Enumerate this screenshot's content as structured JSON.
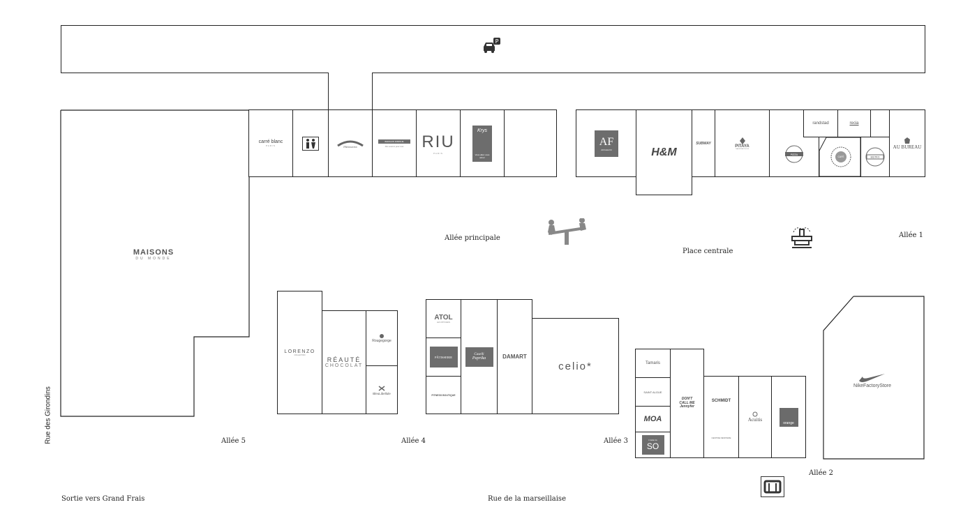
{
  "parking": {
    "icon": "car-parking-icon"
  },
  "stores_top": [
    {
      "key": "carreblanc",
      "label": "carré blanc",
      "sub": "PARIS"
    },
    {
      "key": "wc",
      "label": "WC"
    },
    {
      "key": "patisserie",
      "label": "Pâtisserie"
    },
    {
      "key": "bargain",
      "label": "BARGAIN DIMINUE",
      "sub": "Des saveurs pour tous"
    },
    {
      "key": "riu",
      "label": "RIU",
      "sub": "PARIS"
    },
    {
      "key": "krys",
      "label": "Krys",
      "sub": "Vous allez vous aimer"
    },
    {
      "key": "empty1",
      "label": ""
    },
    {
      "key": "afflelou",
      "label": "AF",
      "sub": "AFFLELOU"
    },
    {
      "key": "hm",
      "label": "H&M"
    },
    {
      "key": "subway",
      "label": "SUBWAY"
    },
    {
      "key": "pitaya",
      "label": "PITAYA",
      "sub": "THAI STREET FOOD"
    },
    {
      "key": "restaurant1",
      "label": "PIZZA"
    },
    {
      "key": "randstad",
      "label": "randstad"
    },
    {
      "key": "recia",
      "label": "recia"
    },
    {
      "key": "restaurant2",
      "label": "CAFÉ"
    },
    {
      "key": "restaurant3",
      "label": "BISTRO"
    },
    {
      "key": "aubureau",
      "label": "AU BUREAU"
    }
  ],
  "stores_main": {
    "maisons": {
      "label": "MAISONS",
      "sub": "DU MONDE"
    },
    "lorenzo": {
      "label": "LORENZO",
      "sub": "COLLECTION"
    },
    "reaute": {
      "label": "RÉAUTÉ",
      "sub": "CHOCOLAT"
    },
    "rougegorge": {
      "label": "Rougegorge"
    },
    "bleulibellule": {
      "label": "BleuLibellule"
    },
    "atol": {
      "label": "ATOL",
      "sub": "LES OPTICIENS"
    },
    "patisserie2": {
      "label": "PÂTISSERIE"
    },
    "fitness": {
      "label": "FITNESS BOUTIQUE"
    },
    "caselli": {
      "label": "Caselli"
    },
    "paprika": {
      "label": "Paprika"
    },
    "damart": {
      "label": "DAMART"
    },
    "celio": {
      "label": "celio*"
    },
    "tamaris": {
      "label": "Tamaris"
    },
    "saintalgue": {
      "label": "SAINT ALGUE"
    },
    "moa": {
      "label": "MOA"
    },
    "so": {
      "label": "SO"
    },
    "so_sub": {
      "label": "L'Atelier du"
    },
    "dontcallme": {
      "label": "DON'T CALL ME Jennyfer"
    },
    "schmidt": {
      "label": "SCHMIDT"
    },
    "centre": {
      "label": "CENTRE DENTAIRE"
    },
    "acuitis": {
      "label": "Acuitis"
    },
    "orange": {
      "label": "orange"
    },
    "nike": {
      "label": "NikeFactoryStore"
    }
  },
  "labels": {
    "allee_principale": "Allée principale",
    "place_centrale": "Place centrale",
    "allee1": "Allée 1",
    "allee2": "Allée 2",
    "allee3": "Allée 3",
    "allee4": "Allée 4",
    "allee5": "Allée 5",
    "rue_girondins": "Rue des Girondins",
    "sortie": "Sortie vers Grand Frais",
    "rue_marseillaise": "Rue de la marseillaise"
  },
  "icons": [
    "car-parking-icon",
    "wc-icon",
    "seesaw-icon",
    "fountain-icon",
    "atm-icon",
    "nike-swoosh-icon"
  ],
  "colors": {
    "outline": "#222222",
    "logo_grey": "#6d6d6d",
    "orange_grey": "#6b6b6b"
  }
}
